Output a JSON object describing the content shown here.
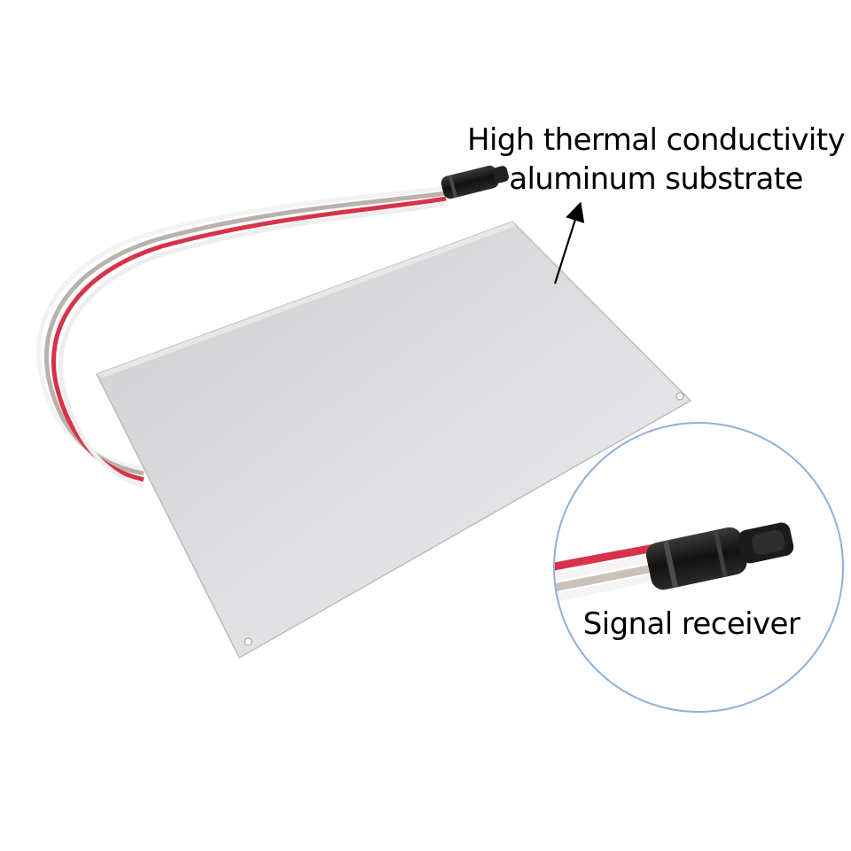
{
  "annotations": {
    "substrate": {
      "line1": "High thermal conductivity",
      "line2": "aluminum substrate"
    },
    "receiver": {
      "text": "Signal receiver"
    }
  },
  "colors": {
    "background": "#ffffff",
    "plate": "#d9d9db",
    "wire_red": "#d8324a",
    "wire_white": "#f2f2f2",
    "wire_grey": "#b8b2aa",
    "connector": "#1a1a1a",
    "circle_border": "#8fb0dc"
  }
}
